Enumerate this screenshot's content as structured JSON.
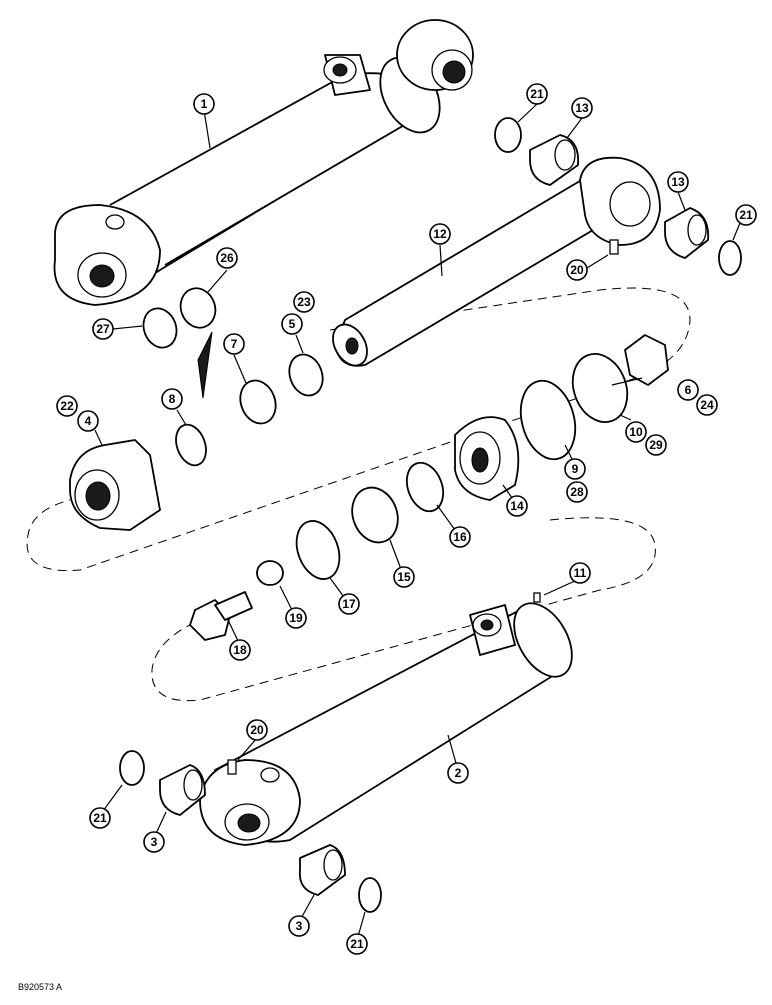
{
  "drawing": {
    "reference_code": "B920573 A"
  },
  "callouts": {
    "c1": "1",
    "c2": "2",
    "c3a": "3",
    "c3b": "3",
    "c4": "4",
    "c5": "5",
    "c6": "6",
    "c7": "7",
    "c8": "8",
    "c9": "9",
    "c10": "10",
    "c11": "11",
    "c12": "12",
    "c13a": "13",
    "c13b": "13",
    "c14": "14",
    "c15": "15",
    "c16": "16",
    "c17": "17",
    "c18": "18",
    "c19": "19",
    "c20a": "20",
    "c20b": "20",
    "c21a": "21",
    "c21b": "21",
    "c21c": "21",
    "c21d": "21",
    "c22": "22",
    "c23": "23",
    "c24": "24",
    "c26": "26",
    "c27": "27",
    "c28": "28",
    "c29": "29"
  }
}
